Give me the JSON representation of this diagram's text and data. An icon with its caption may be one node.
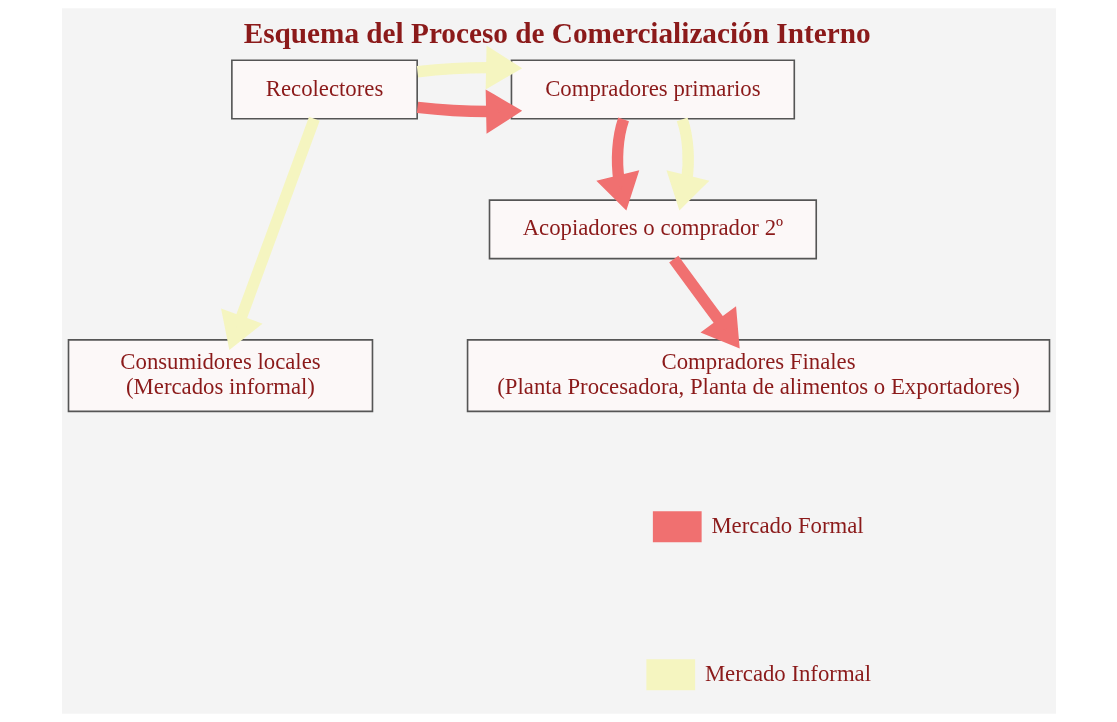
{
  "diagram": {
    "title": "Esquema del Proceso de Comercialización Interno",
    "nodes": [
      {
        "text": [
          "Recolectores"
        ]
      },
      {
        "text": [
          "Compradores primarios"
        ]
      },
      {
        "text": [
          "Acopiadores o comprador 2º"
        ]
      },
      {
        "text": [
          "Consumidores locales",
          "(Mercados informal)"
        ]
      },
      {
        "text": [
          "Compradores Finales",
          "(Planta Procesadora, Planta de alimentos o Exportadores)"
        ]
      }
    ],
    "edges": [
      {
        "from": 0,
        "to": 1,
        "arrow": "to"
      },
      {
        "from": 0,
        "to": 1,
        "arrow": "to",
        "color": "#f5f5c0"
      },
      {
        "from": 1,
        "to": 2,
        "arrow": "to"
      },
      {
        "from": 1,
        "to": 2,
        "arrow": "to",
        "color": "#f5f5c0"
      },
      {
        "from": 2,
        "to": 4,
        "arrow": "to"
      },
      {
        "from": 0,
        "to": 3,
        "arrow": "to",
        "color": "#f5f5c0"
      }
    ],
    "legend": [
      {
        "text": "Mercado Formal",
        "color": "#f07070"
      },
      {
        "text": "Mercado Informal",
        "color": "#f5f5c0"
      }
    ]
  }
}
